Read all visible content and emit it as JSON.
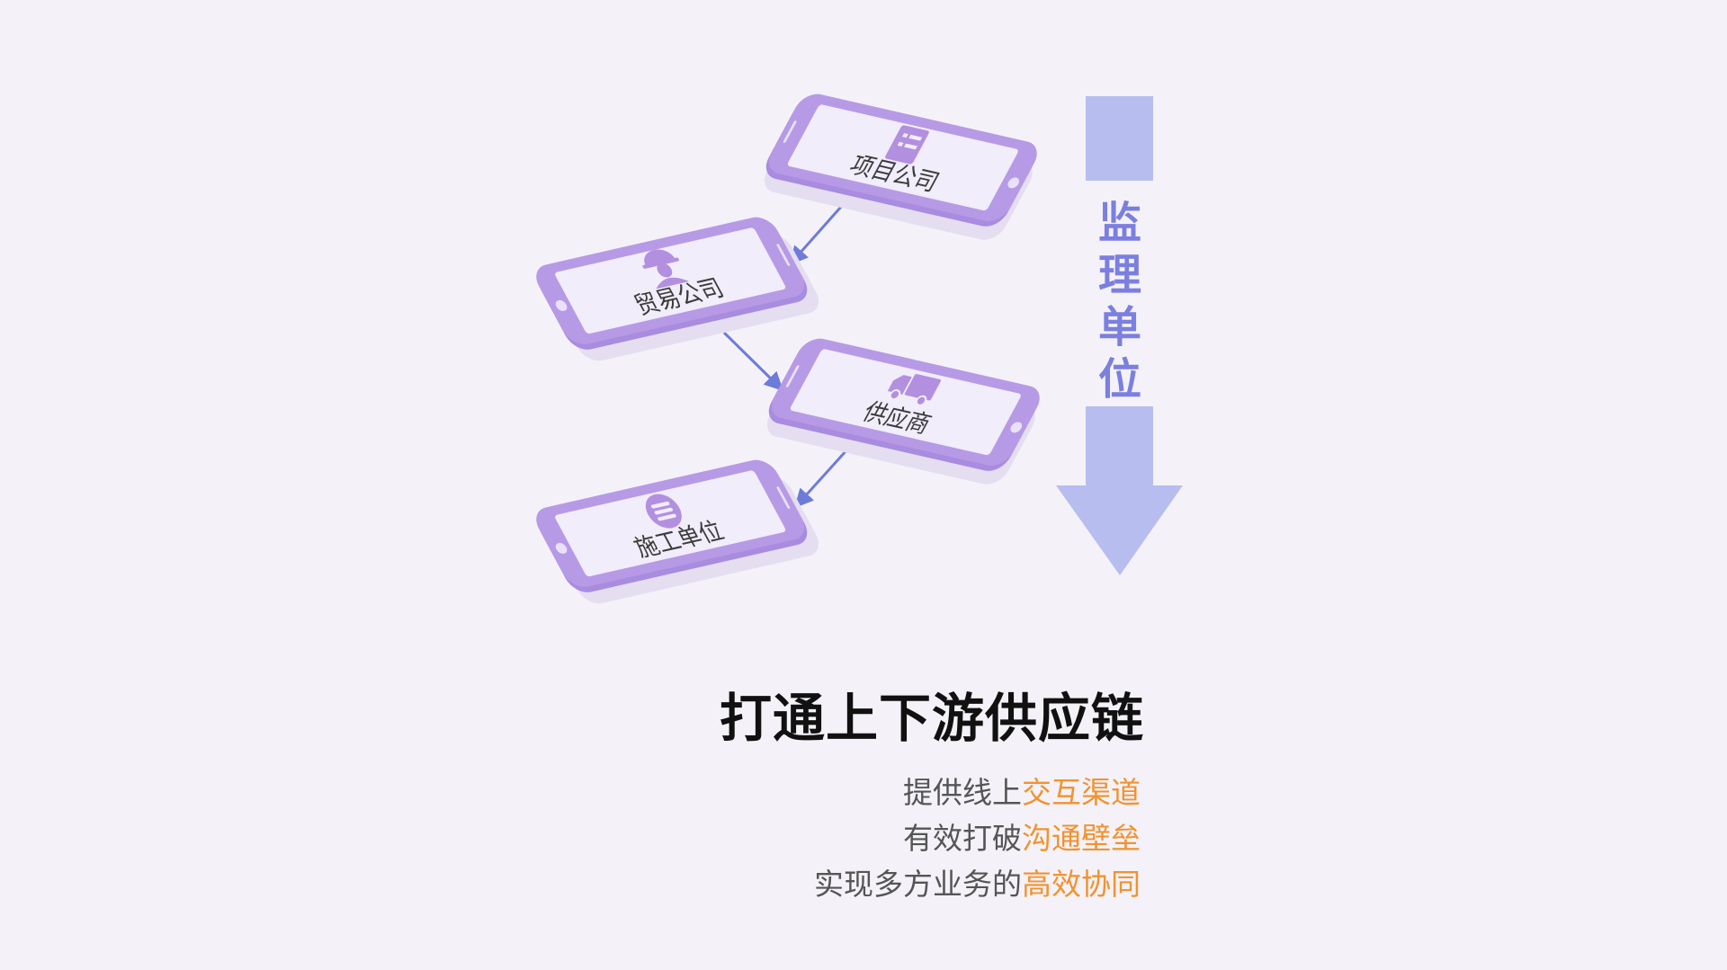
{
  "diagram": {
    "nodes": [
      {
        "id": "project",
        "label": "项目公司",
        "icon": "document-list-icon"
      },
      {
        "id": "trading",
        "label": "贸易公司",
        "icon": "worker-helmet-icon"
      },
      {
        "id": "supplier",
        "label": "供应商",
        "icon": "delivery-truck-icon"
      },
      {
        "id": "construction",
        "label": "施工单位",
        "icon": "coin-stack-icon"
      }
    ],
    "edges": [
      {
        "from": "project",
        "to": "trading"
      },
      {
        "from": "trading",
        "to": "supplier"
      },
      {
        "from": "supplier",
        "to": "construction"
      }
    ],
    "supervisor": {
      "label": "监理单位",
      "icon": "down-arrow-icon"
    }
  },
  "headline": "打通上下游供应链",
  "sub_lines": [
    {
      "prefix": "提供线上",
      "highlight": "交互渠道"
    },
    {
      "prefix": "有效打破",
      "highlight": "沟通壁垒"
    },
    {
      "prefix": "实现多方业务的",
      "highlight": "高效协同"
    }
  ],
  "colors": {
    "phone_body": "#b79ae6",
    "screen": "#f1edfb",
    "icon": "#b38fe0",
    "connector_arrow": "#6d7bd9",
    "supervisor_arrow": "#b8bdef",
    "supervisor_text": "#7b7fe0",
    "highlight": "#f2922f"
  }
}
